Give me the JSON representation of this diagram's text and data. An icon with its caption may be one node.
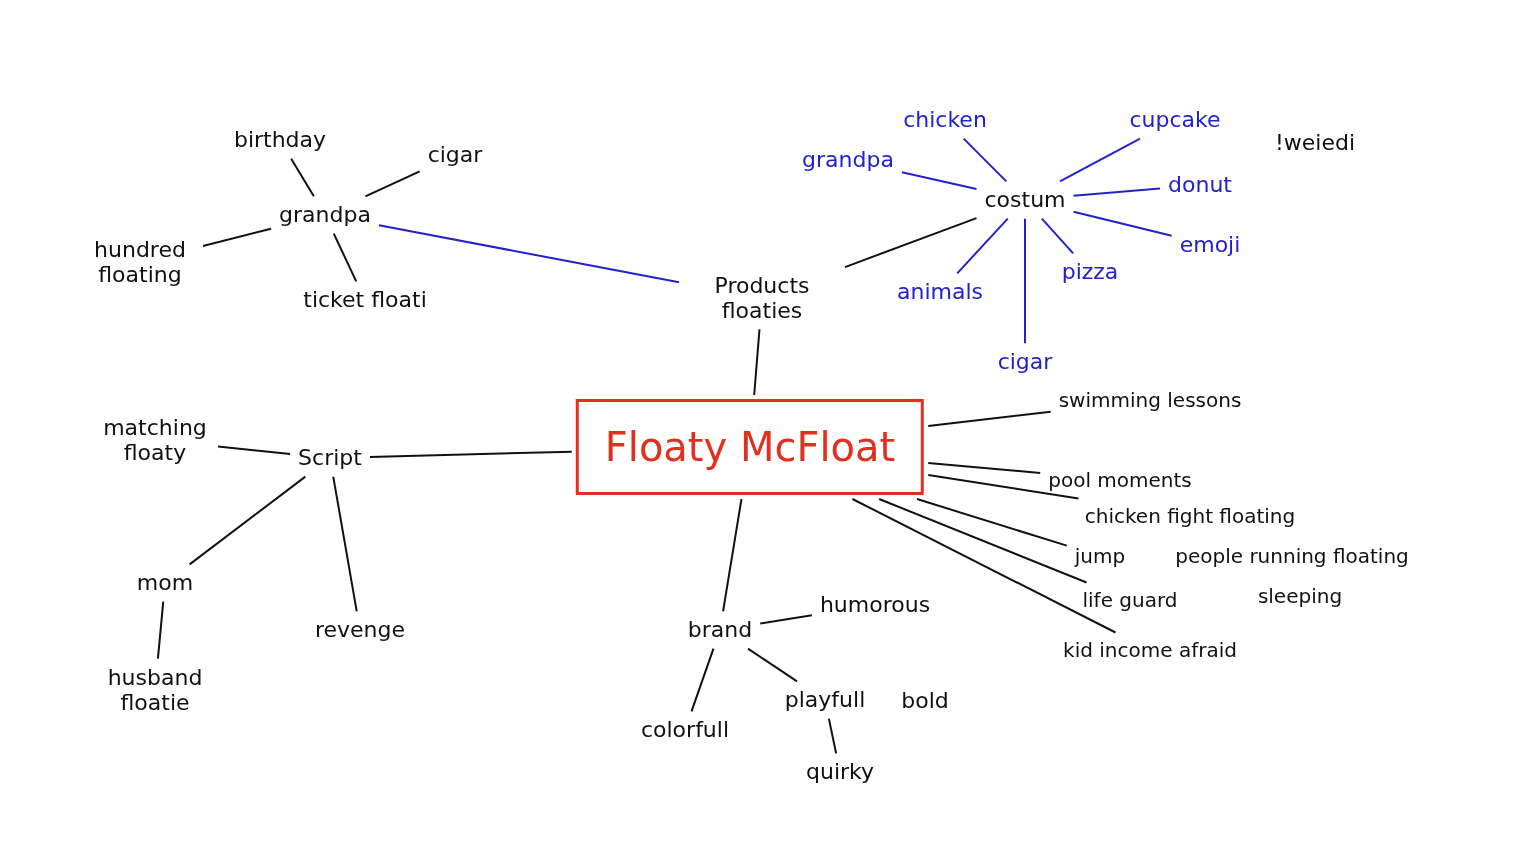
{
  "diagram": {
    "nodes": [
      {
        "text": [
          "Floaty McFloat"
        ]
      },
      {
        "text": [
          "Products floaties"
        ]
      },
      {
        "text": [
          "grandpa"
        ]
      },
      {
        "text": [
          "birthday"
        ]
      },
      {
        "text": [
          "cigar"
        ]
      },
      {
        "text": [
          "hundred floating"
        ]
      },
      {
        "text": [
          "ticket floati"
        ]
      },
      {
        "text": [
          "costum"
        ]
      },
      {
        "text": [
          "grandpa"
        ]
      },
      {
        "text": [
          "chicken"
        ]
      },
      {
        "text": [
          "cupcake"
        ]
      },
      {
        "text": [
          "donut"
        ]
      },
      {
        "text": [
          "emoji"
        ]
      },
      {
        "text": [
          "pizza"
        ]
      },
      {
        "text": [
          "cigar"
        ]
      },
      {
        "text": [
          "animals"
        ]
      },
      {
        "text": [
          "Script"
        ]
      },
      {
        "text": [
          "matching floaty"
        ]
      },
      {
        "text": [
          "mom"
        ]
      },
      {
        "text": [
          "husband floatie"
        ]
      },
      {
        "text": [
          "revenge"
        ]
      },
      {
        "text": [
          "brand"
        ]
      },
      {
        "text": [
          "humorous"
        ]
      },
      {
        "text": [
          "colorfull"
        ]
      },
      {
        "text": [
          "playfull"
        ]
      },
      {
        "text": [
          "quirky"
        ]
      },
      {
        "text": [
          "swimming lessons"
        ]
      },
      {
        "text": [
          "pool moments"
        ]
      },
      {
        "text": [
          "chicken fight floating"
        ]
      },
      {
        "text": [
          "jump"
        ]
      },
      {
        "text": [
          "people running floating"
        ]
      },
      {
        "text": [
          "life guard"
        ]
      },
      {
        "text": [
          "sleeping"
        ]
      },
      {
        "text": [
          "kid income afraid"
        ]
      }
    ],
    "edges": [
      {
        "from": 0,
        "to": 1,
        "arrow": "none"
      },
      {
        "from": 1,
        "to": 2,
        "arrow": "none",
        "color": "#2222cc"
      },
      {
        "from": 2,
        "to": 3,
        "arrow": "none"
      },
      {
        "from": 2,
        "to": 4,
        "arrow": "none"
      },
      {
        "from": 2,
        "to": 5,
        "arrow": "none"
      },
      {
        "from": 2,
        "to": 6,
        "arrow": "none"
      },
      {
        "from": 1,
        "to": 7,
        "arrow": "none"
      },
      {
        "from": 7,
        "to": 8,
        "arrow": "none",
        "color": "#2222cc"
      },
      {
        "from": 7,
        "to": 9,
        "arrow": "none",
        "color": "#2222cc"
      },
      {
        "from": 7,
        "to": 10,
        "arrow": "none",
        "color": "#2222cc"
      },
      {
        "from": 7,
        "to": 11,
        "arrow": "none",
        "color": "#2222cc"
      },
      {
        "from": 7,
        "to": 12,
        "arrow": "none",
        "color": "#2222cc"
      },
      {
        "from": 7,
        "to": 13,
        "arrow": "none",
        "color": "#2222cc"
      },
      {
        "from": 7,
        "to": 14,
        "arrow": "none",
        "color": "#2222cc"
      },
      {
        "from": 7,
        "to": 15,
        "arrow": "none",
        "color": "#2222cc"
      },
      {
        "from": 0,
        "to": 16,
        "arrow": "none"
      },
      {
        "from": 16,
        "to": 17,
        "arrow": "none"
      },
      {
        "from": 16,
        "to": 18,
        "arrow": "none"
      },
      {
        "from": 16,
        "to": 20,
        "arrow": "none"
      },
      {
        "from": 18,
        "to": 19,
        "arrow": "none"
      },
      {
        "from": 0,
        "to": 21,
        "arrow": "none"
      },
      {
        "from": 21,
        "to": 22,
        "arrow": "none"
      },
      {
        "from": 21,
        "to": 23,
        "arrow": "none"
      },
      {
        "from": 21,
        "to": 24,
        "arrow": "none"
      },
      {
        "from": 24,
        "to": 25,
        "arrow": "none"
      },
      {
        "from": 0,
        "to": 26,
        "arrow": "none"
      },
      {
        "from": 0,
        "to": 27,
        "arrow": "none"
      },
      {
        "from": 0,
        "to": 28,
        "arrow": "none"
      },
      {
        "from": 0,
        "to": 29,
        "arrow": "none"
      },
      {
        "from": 0,
        "to": 31,
        "arrow": "none"
      },
      {
        "from": 0,
        "to": 33,
        "arrow": "none"
      }
    ],
    "labels": [
      "!weiedi",
      "bold"
    ]
  }
}
